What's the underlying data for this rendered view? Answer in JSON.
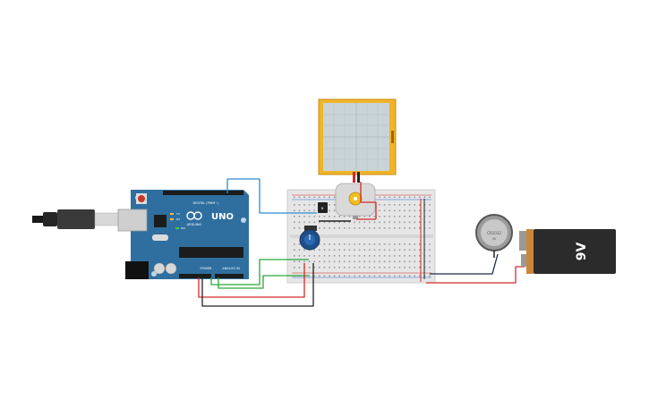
{
  "arduino": {
    "brand": "ARDUINO",
    "model": "UNO",
    "digital_label": "DIGITAL (PWM~)",
    "power_label": "POWER",
    "analog_label": "ANALOG IN",
    "tx_label": "TX",
    "rx_label": "RX",
    "on_label": "ON"
  },
  "battery": {
    "label": "9V",
    "color_body": "#2b2b2b",
    "color_cap": "#c9873a"
  },
  "coin_cell": {
    "label": "CR2032",
    "sub_label": "3V"
  },
  "colors": {
    "board": "#2f6f9f",
    "breadboard": "#e6e6e6",
    "wire_red": "#d42a2a",
    "wire_black": "#222222",
    "wire_green": "#2aa83a",
    "wire_blue": "#2a8fd4",
    "display_frame": "#f0b429",
    "display_screen": "#c9d4d8"
  }
}
